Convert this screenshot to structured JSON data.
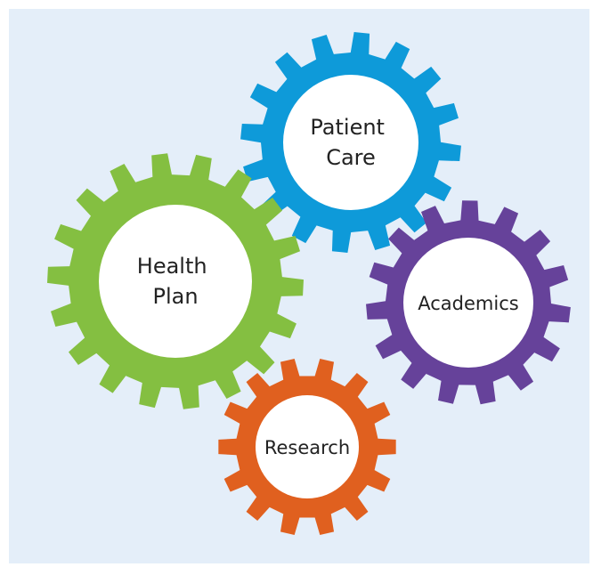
{
  "diagram": {
    "background": "#e4eef9",
    "gears": [
      {
        "id": "patient-care",
        "lines": [
          "Patient",
          "Care"
        ],
        "color": "#0e9ad9"
      },
      {
        "id": "health-plan",
        "lines": [
          "Health",
          "Plan"
        ],
        "color": "#84bf41"
      },
      {
        "id": "academics",
        "lines": [
          "Academics"
        ],
        "color": "#66429a"
      },
      {
        "id": "research",
        "lines": [
          "Research"
        ],
        "color": "#e0601f"
      }
    ]
  }
}
